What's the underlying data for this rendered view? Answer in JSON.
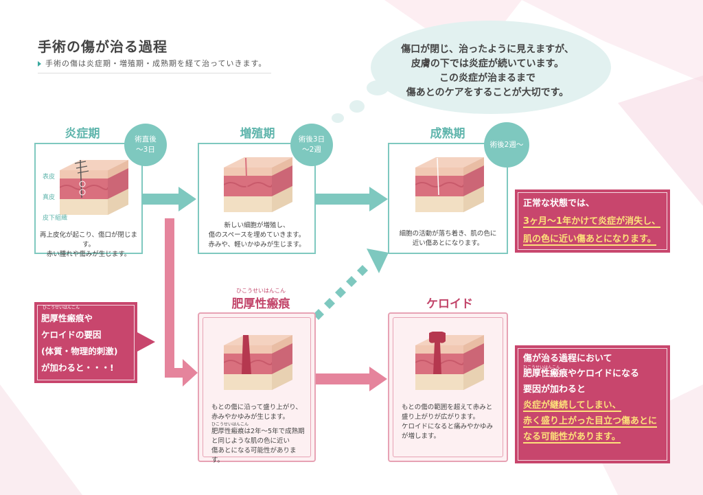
{
  "header": {
    "title": "手術の傷が治る過程",
    "subtitle": "手術の傷は炎症期・増殖期・成熟期を経て治っていきます。"
  },
  "thought_bubble": {
    "lines": [
      "傷口が閉じ、治ったように見えますが、",
      "皮膚の下では炎症が続いています。",
      "この炎症が治まるまで",
      "傷あとのケアをすることが大切です。"
    ]
  },
  "stages": {
    "inflammatory": {
      "title": "炎症期",
      "badge_line1": "術直後",
      "badge_line2": "〜3日",
      "layer_labels": [
        "表皮",
        "真皮",
        "皮下組織"
      ],
      "text_lines": [
        "再上皮化が起こり、傷口が閉じます。",
        "赤い腫れや傷みが生じます。"
      ]
    },
    "proliferative": {
      "title": "増殖期",
      "badge_line1": "術後3日",
      "badge_line2": "〜2週",
      "text_lines": [
        "新しい細胞が増殖し、",
        "傷のスペースを埋めていきます。",
        "赤みや、軽いかゆみが生じます。"
      ]
    },
    "maturation": {
      "title": "成熟期",
      "badge_line1": "術後2週〜",
      "text_lines": [
        "細胞の活動が落ち着き、肌の色に",
        "近い傷あとになります。"
      ]
    },
    "hypertrophic": {
      "ruby": "ひこうせいはんこん",
      "title": "肥厚性瘢痕",
      "text_lines": [
        "もとの傷に沿って盛り上がり、",
        "赤みやかゆみが生じます。"
      ],
      "ruby2": "ひこうせいはんこん",
      "text_lines2": [
        "肥厚性瘢痕は2年〜5年で成熟期",
        "と同じような肌の色に近い",
        "傷あとになる可能性があります。"
      ]
    },
    "keloid": {
      "title": "ケロイド",
      "text_lines": [
        "もとの傷の範囲を超えて赤みと",
        "盛り上がりが広がります。",
        "ケロイドになると痛みやかゆみ",
        "が増します。"
      ]
    }
  },
  "cause_callout": {
    "ruby": "ひこうせいはんこん",
    "lines": [
      "肥厚性瘢痕や",
      "ケロイドの要因",
      "(体質・物理的刺激)",
      "が加わると・・・!"
    ]
  },
  "normal_callout": {
    "line1": "正常な状態では、",
    "hl1": "3ヶ月〜1年かけて炎症が消失し、",
    "hl2": "肌の色に近い傷あとになります。"
  },
  "abnormal_callout": {
    "line1": "傷が治る過程において",
    "ruby": "ひこうせいはんこん",
    "line2": "肥厚性瘢痕やケロイドになる",
    "line3": "要因が加わると",
    "hl1": "炎症が継続してしまい、",
    "hl2": "赤く盛り上がった目立つ傷あとに",
    "hl3": "なる可能性があります。"
  },
  "colors": {
    "teal": "#7ec8bf",
    "teal_text": "#5fb5ac",
    "pink": "#c8466d",
    "pink_light": "#e7a2b4",
    "highlight": "#fde27a"
  }
}
